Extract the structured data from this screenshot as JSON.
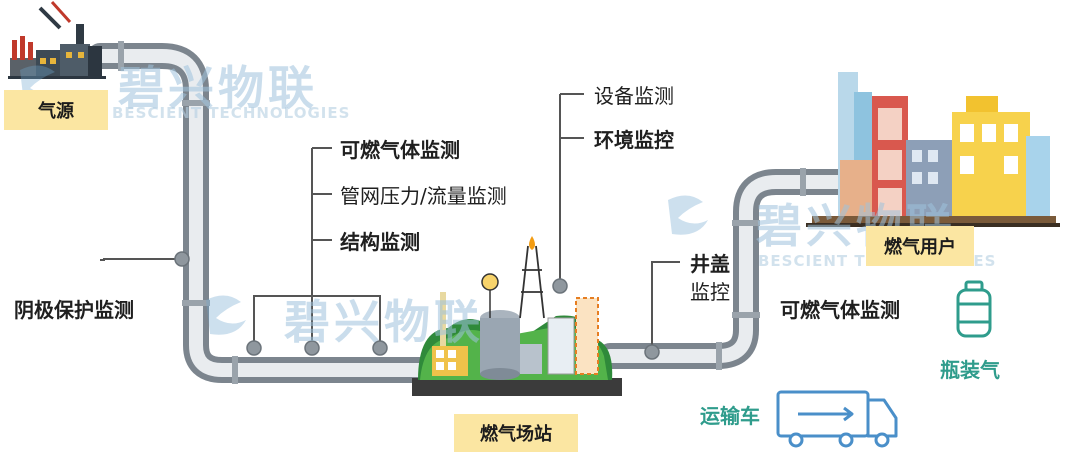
{
  "watermark": {
    "cn": "碧兴物联",
    "en": "BESCIENT TECHNOLOGIES"
  },
  "tags": {
    "gas_source": "气源",
    "gas_station": "燃气场站",
    "gas_user": "燃气用户"
  },
  "monitoring": {
    "combustible_gas": "可燃气体监测",
    "pipe_pressure_flow": "管网压力/流量监测",
    "structure": "结构监测",
    "cathodic_protection": "阴极保护监测",
    "equipment": "设备监测",
    "environment": "环境监控",
    "manhole_line1": "井盖",
    "manhole_line2": "监控",
    "combustible_gas_user": "可燃气体监测"
  },
  "icons": {
    "cylinder": "瓶装气",
    "truck": "运输车"
  },
  "colors": {
    "pipe_light": "#e6e9ed",
    "pipe_mid": "#b9c0c8",
    "pipe_dark": "#8a939c",
    "tag_bg": "#fbe6a2",
    "teal": "#2f9c8c",
    "truck_blue": "#4a8fc9"
  }
}
